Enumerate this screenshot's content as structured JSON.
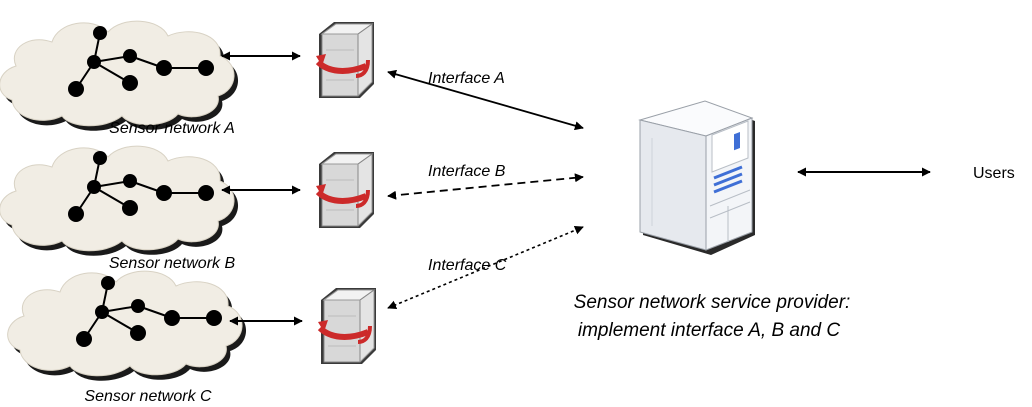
{
  "networks": [
    {
      "label": "Sensor network A",
      "interface": "Interface A",
      "link_style": "solid"
    },
    {
      "label": "Sensor network B",
      "interface": "Interface B",
      "link_style": "dashed"
    },
    {
      "label": "Sensor network C",
      "interface": "Interface C",
      "link_style": "dotted"
    }
  ],
  "provider": {
    "caption_line1": "Sensor network service provider:",
    "caption_line2": "implement interface A, B and C"
  },
  "users": {
    "label": "Users"
  },
  "colors": {
    "cloud": "#f1ede4",
    "cloud_shadow": "#1a1a1a",
    "node": "#000000",
    "gateway_body": "#e4e4e4",
    "gateway_arrow": "#cc2a2a",
    "server_body": "#f2f4f7",
    "server_led": "#3f6fd6"
  },
  "icons": [
    "cloud-icon",
    "gateway-server-icon",
    "tower-server-icon",
    "sensor-node-icon"
  ]
}
